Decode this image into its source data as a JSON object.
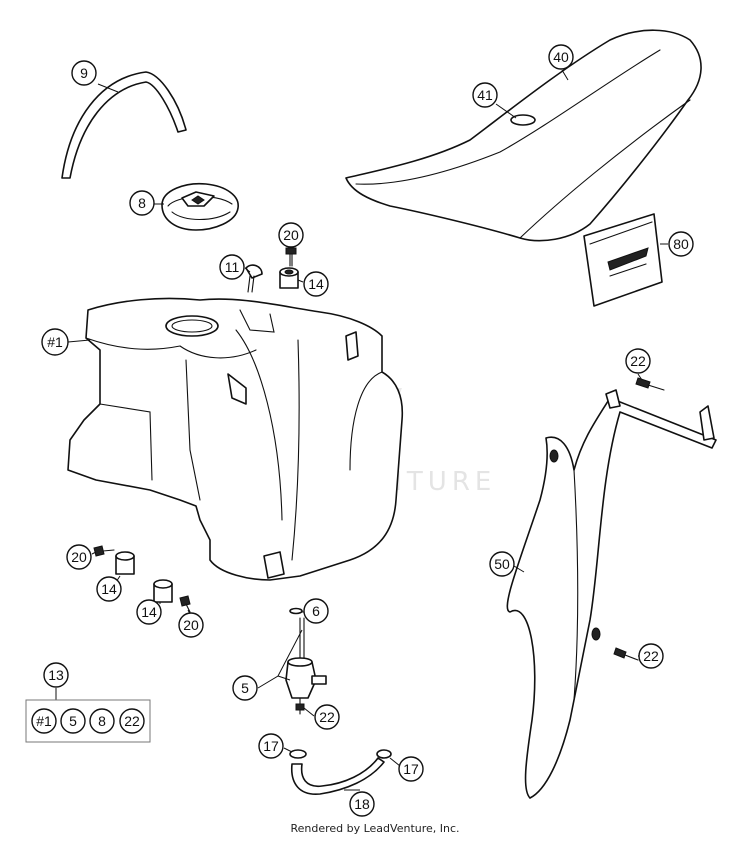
{
  "callouts": {
    "c9": "9",
    "c8": "8",
    "c20a": "20",
    "c11": "11",
    "c14a": "14",
    "c1": "#1",
    "c40": "40",
    "c41": "41",
    "c80": "80",
    "c22a": "22",
    "c50": "50",
    "c22b": "22",
    "c20b": "20",
    "c14b": "14",
    "c14c": "14",
    "c20c": "20",
    "c6": "6",
    "c5": "5",
    "c22c": "22",
    "c13": "13",
    "c17a": "17",
    "c17b": "17",
    "c18": "18"
  },
  "kit": [
    "#1",
    "5",
    "8",
    "22"
  ],
  "watermark": "LEADVENTURE",
  "footer": "Rendered by LeadVenture, Inc."
}
